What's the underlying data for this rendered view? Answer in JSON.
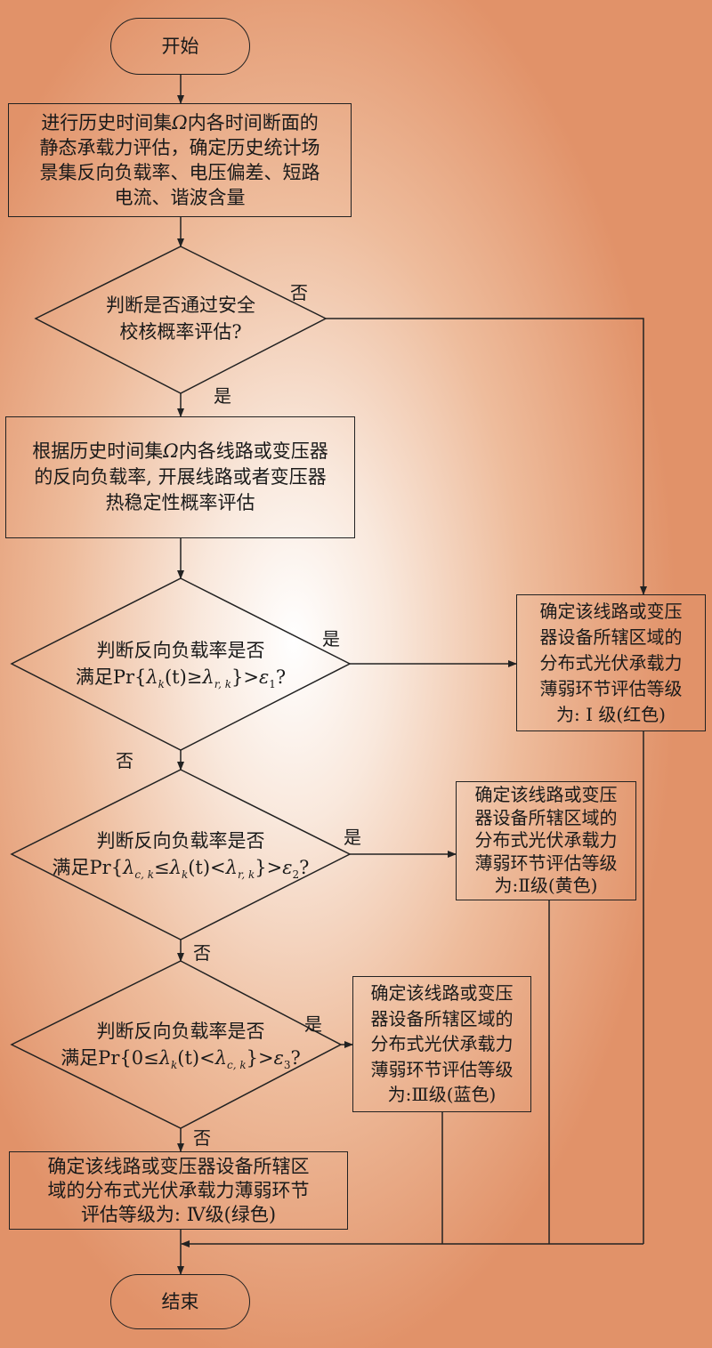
{
  "start": "开始",
  "end": "结束",
  "step1": [
    "进行历史时间集",
    "Ω",
    "内各时间断面的",
    "静态承载力评估，确定历史统计场",
    "景集反向负载率、电压偏差、短路",
    "电流、谐波含量"
  ],
  "decision1": [
    "判断是否通过安全",
    "校核概率评估?"
  ],
  "step2": [
    "根据历史时间集",
    "Ω",
    "内各线路或变压器",
    "的反向负载率, 开展线路或者变压器",
    "热稳定性概率评估"
  ],
  "decision2": {
    "line1": "判断反向负载率是否",
    "prefix": "满足Pr{",
    "lam": "λ",
    "k": "k",
    "t": "(t)≥",
    "lam2": "λ",
    "rk": "r, k",
    "gt": "}>",
    "eps": "ε",
    "n": "1",
    "q": "?"
  },
  "decision3": {
    "line1": "判断反向负载率是否",
    "prefix": "满足Pr{",
    "lamc": "λ",
    "ck": "c, k",
    "le": "≤",
    "lam": "λ",
    "k": "k",
    "t": "(t)<",
    "lam2": "λ",
    "rk": "r, k",
    "gt": "}>",
    "eps": "ε",
    "n": "2",
    "q": "?"
  },
  "decision4": {
    "line1": "判断反向负载率是否",
    "prefix": "满足Pr{0≤",
    "lam": "λ",
    "k": "k",
    "t": "(t)<",
    "lam2": "λ",
    "ck": "c, k",
    "gt": "}>",
    "eps": "ε",
    "n": "3",
    "q": "?"
  },
  "level1": [
    "确定该线路或变压",
    "器设备所辖区域的",
    "分布式光伏承载力",
    "薄弱环节评估等级",
    "为: Ⅰ 级(红色)"
  ],
  "level2": [
    "确定该线路或变压",
    "器设备所辖区域的",
    "分布式光伏承载力",
    "薄弱环节评估等级",
    "为:Ⅱ级(黄色)"
  ],
  "level3": [
    "确定该线路或变压",
    "器设备所辖区域的",
    "分布式光伏承载力",
    "薄弱环节评估等级",
    "为:Ⅲ级(蓝色)"
  ],
  "level4": [
    "确定该线路或变压器设备所辖区",
    "域的分布式光伏承载力薄弱环节",
    "评估等级为: Ⅳ级(绿色)"
  ],
  "labels": {
    "d1_no": "否",
    "d1_yes": "是",
    "d2_yes": "是",
    "d2_no": "否",
    "d3_yes": "是",
    "d3_no": "否",
    "d4_yes": "是",
    "d4_no": "否"
  },
  "colors": {
    "background_edge": "#e19269",
    "background_center": "#ffffff",
    "stroke": "#222222"
  }
}
